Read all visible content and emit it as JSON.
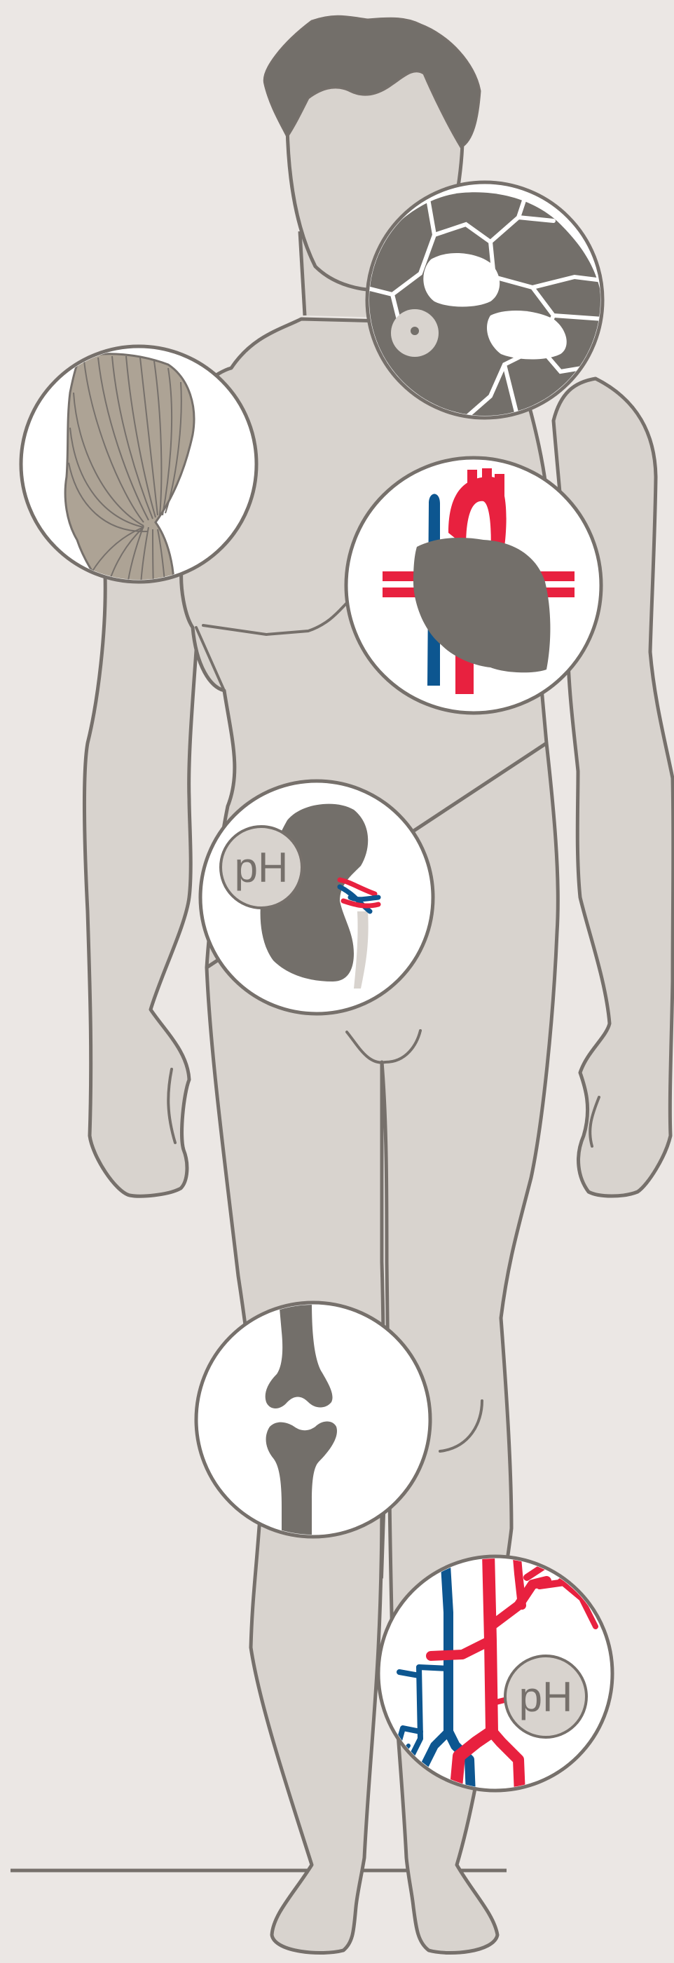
{
  "colors": {
    "background": "#ebe7e4",
    "body_fill": "#d8d3ce",
    "outline": "#76706b",
    "organ": "#736f6a",
    "artery": "#e8213f",
    "vein": "#0d5690",
    "muscle": "#ada395",
    "inset_fill": "#ffffff"
  },
  "insets": [
    {
      "name": "brain",
      "icon": "brain-lung-tree-icon"
    },
    {
      "name": "muscle",
      "icon": "muscle-fiber-icon"
    },
    {
      "name": "heart",
      "icon": "heart-icon"
    },
    {
      "name": "kidney",
      "icon": "kidney-icon",
      "label": "pH"
    },
    {
      "name": "bone-joint",
      "icon": "knee-joint-icon"
    },
    {
      "name": "blood-vessels",
      "icon": "blood-vessels-icon",
      "label": "pH"
    }
  ]
}
